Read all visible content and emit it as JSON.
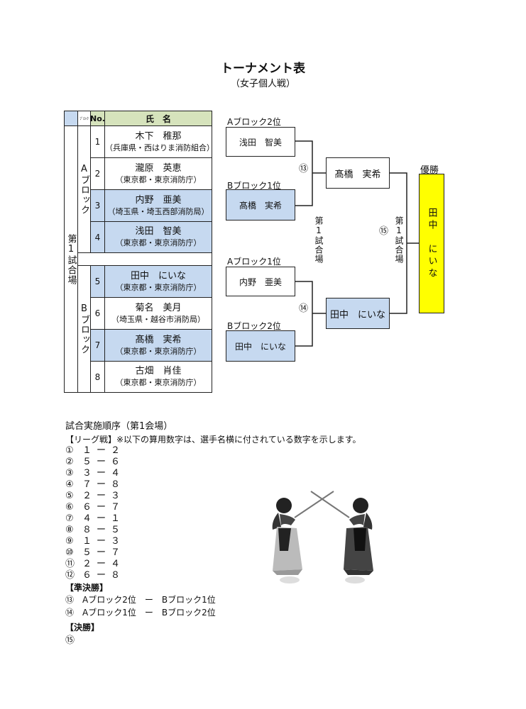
{
  "title": "トーナメント表",
  "subtitle": "（女子個人戦）",
  "table": {
    "header_block": "ﾌﾞﾛｯｸ",
    "header_no": "No.",
    "header_name": "氏　名",
    "venue": "第1試合場",
    "blockA": "Aブロック",
    "blockB": "Bブロック",
    "players": [
      {
        "no": "1",
        "name": "木下　稚那",
        "aff": "（兵庫県・西はりま消防組合）"
      },
      {
        "no": "2",
        "name": "瀧原　英恵",
        "aff": "（東京都・東京消防庁）"
      },
      {
        "no": "3",
        "name": "内野　亜美",
        "aff": "（埼玉県・埼玉西部消防局）"
      },
      {
        "no": "4",
        "name": "浅田　智美",
        "aff": "（東京都・東京消防庁）"
      },
      {
        "no": "5",
        "name": "田中　にいな",
        "aff": "（東京都・東京消防庁）"
      },
      {
        "no": "6",
        "name": "菊名　美月",
        "aff": "（埼玉県・越谷市消防局）"
      },
      {
        "no": "7",
        "name": "髙橋　実希",
        "aff": "（東京都・東京消防庁）"
      },
      {
        "no": "8",
        "name": "古畑　肖佳",
        "aff": "（東京都・東京消防庁）"
      }
    ]
  },
  "bracket": {
    "label_a2_top": "Aブロック2位",
    "label_b1": "Bブロック1位",
    "label_a1": "Aブロック1位",
    "label_b2": "Bブロック2位",
    "box_a2": "浅田　智美",
    "box_b1": "髙橋　実希",
    "box_a1": "内野　亜美",
    "box_b2": "田中　にいな",
    "semi1_winner": "髙橋　実希",
    "semi2_winner": "田中　にいな",
    "match13": "⑬",
    "match14": "⑭",
    "match15": "⑮",
    "venue_mid": "第1試合場",
    "venue_right": "第1試合場",
    "champion_label": "優勝",
    "champion": "田中　にいな"
  },
  "order": {
    "title": "試合実施順序（第1会場）",
    "league_note": "【リーグ戦】※以下の算用数字は、選手名横に付されている数字を示します。",
    "league": [
      [
        "①",
        "１",
        "ー",
        "２"
      ],
      [
        "②",
        "５",
        "ー",
        "６"
      ],
      [
        "③",
        "３",
        "ー",
        "４"
      ],
      [
        "④",
        "７",
        "ー",
        "８"
      ],
      [
        "⑤",
        "２",
        "ー",
        "３"
      ],
      [
        "⑥",
        "６",
        "ー",
        "７"
      ],
      [
        "⑦",
        "４",
        "ー",
        "１"
      ],
      [
        "⑧",
        "８",
        "ー",
        "５"
      ],
      [
        "⑨",
        "１",
        "ー",
        "３"
      ],
      [
        "⑩",
        "５",
        "ー",
        "７"
      ],
      [
        "⑪",
        "２",
        "ー",
        "４"
      ],
      [
        "⑫",
        "６",
        "ー",
        "８"
      ]
    ],
    "semi_title": "【準決勝】",
    "semi1": "⑬　Aブロック2位　ー　Bブロック1位",
    "semi2": "⑭　Aブロック1位　ー　Bブロック2位",
    "final_title": "【決勝】",
    "final": "⑮"
  }
}
